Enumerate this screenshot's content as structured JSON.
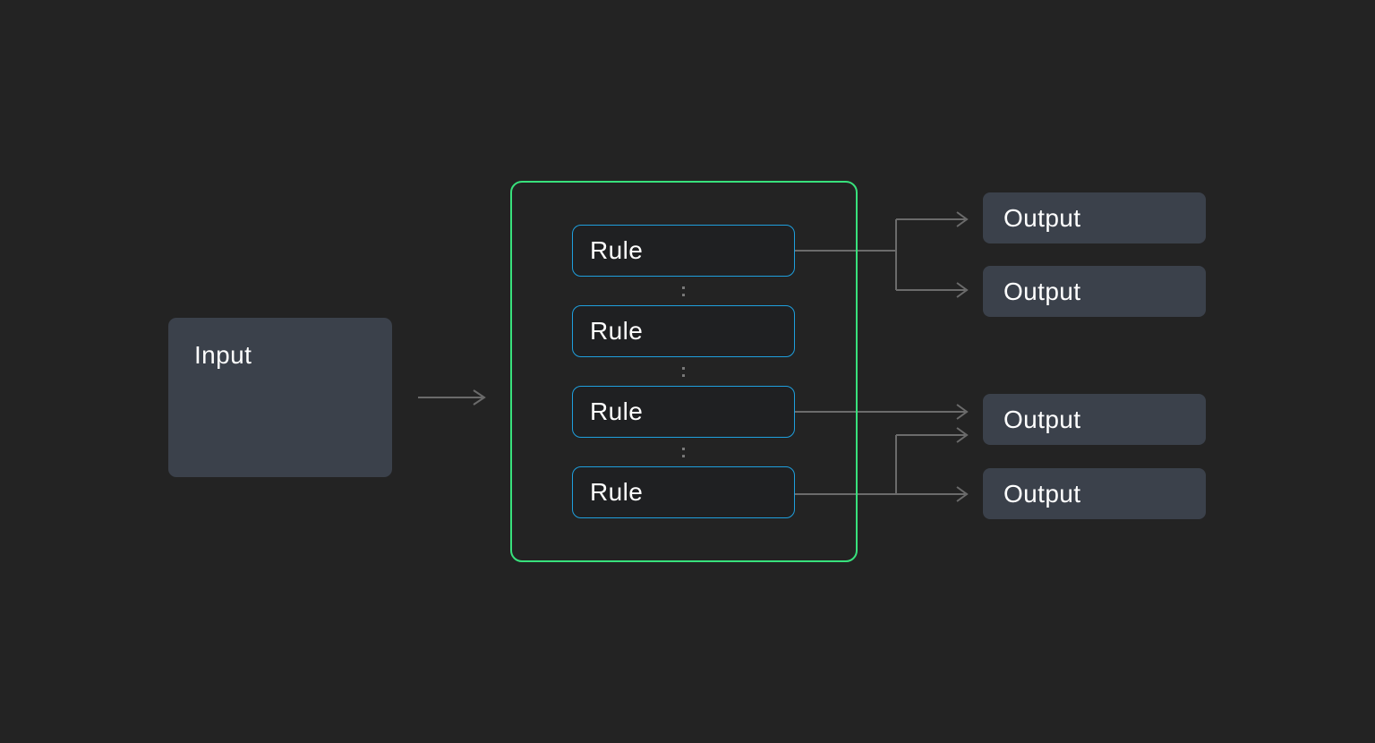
{
  "diagram": {
    "input": {
      "label": "Input"
    },
    "container": {
      "rules": [
        {
          "label": "Rule"
        },
        {
          "label": "Rule"
        },
        {
          "label": "Rule"
        },
        {
          "label": "Rule"
        }
      ],
      "separators": [
        ":",
        ":",
        ":"
      ]
    },
    "outputs": [
      {
        "label": "Output"
      },
      {
        "label": "Output"
      },
      {
        "label": "Output"
      },
      {
        "label": "Output"
      }
    ]
  },
  "colors": {
    "background": "#232323",
    "node_fill": "#3b414b",
    "container_border": "#38e17c",
    "rule_border": "#1f9fdd",
    "rule_fill": "#1f2022",
    "connector": "#6b6b6b",
    "text": "#ffffff",
    "separator": "#7a7a7a"
  }
}
